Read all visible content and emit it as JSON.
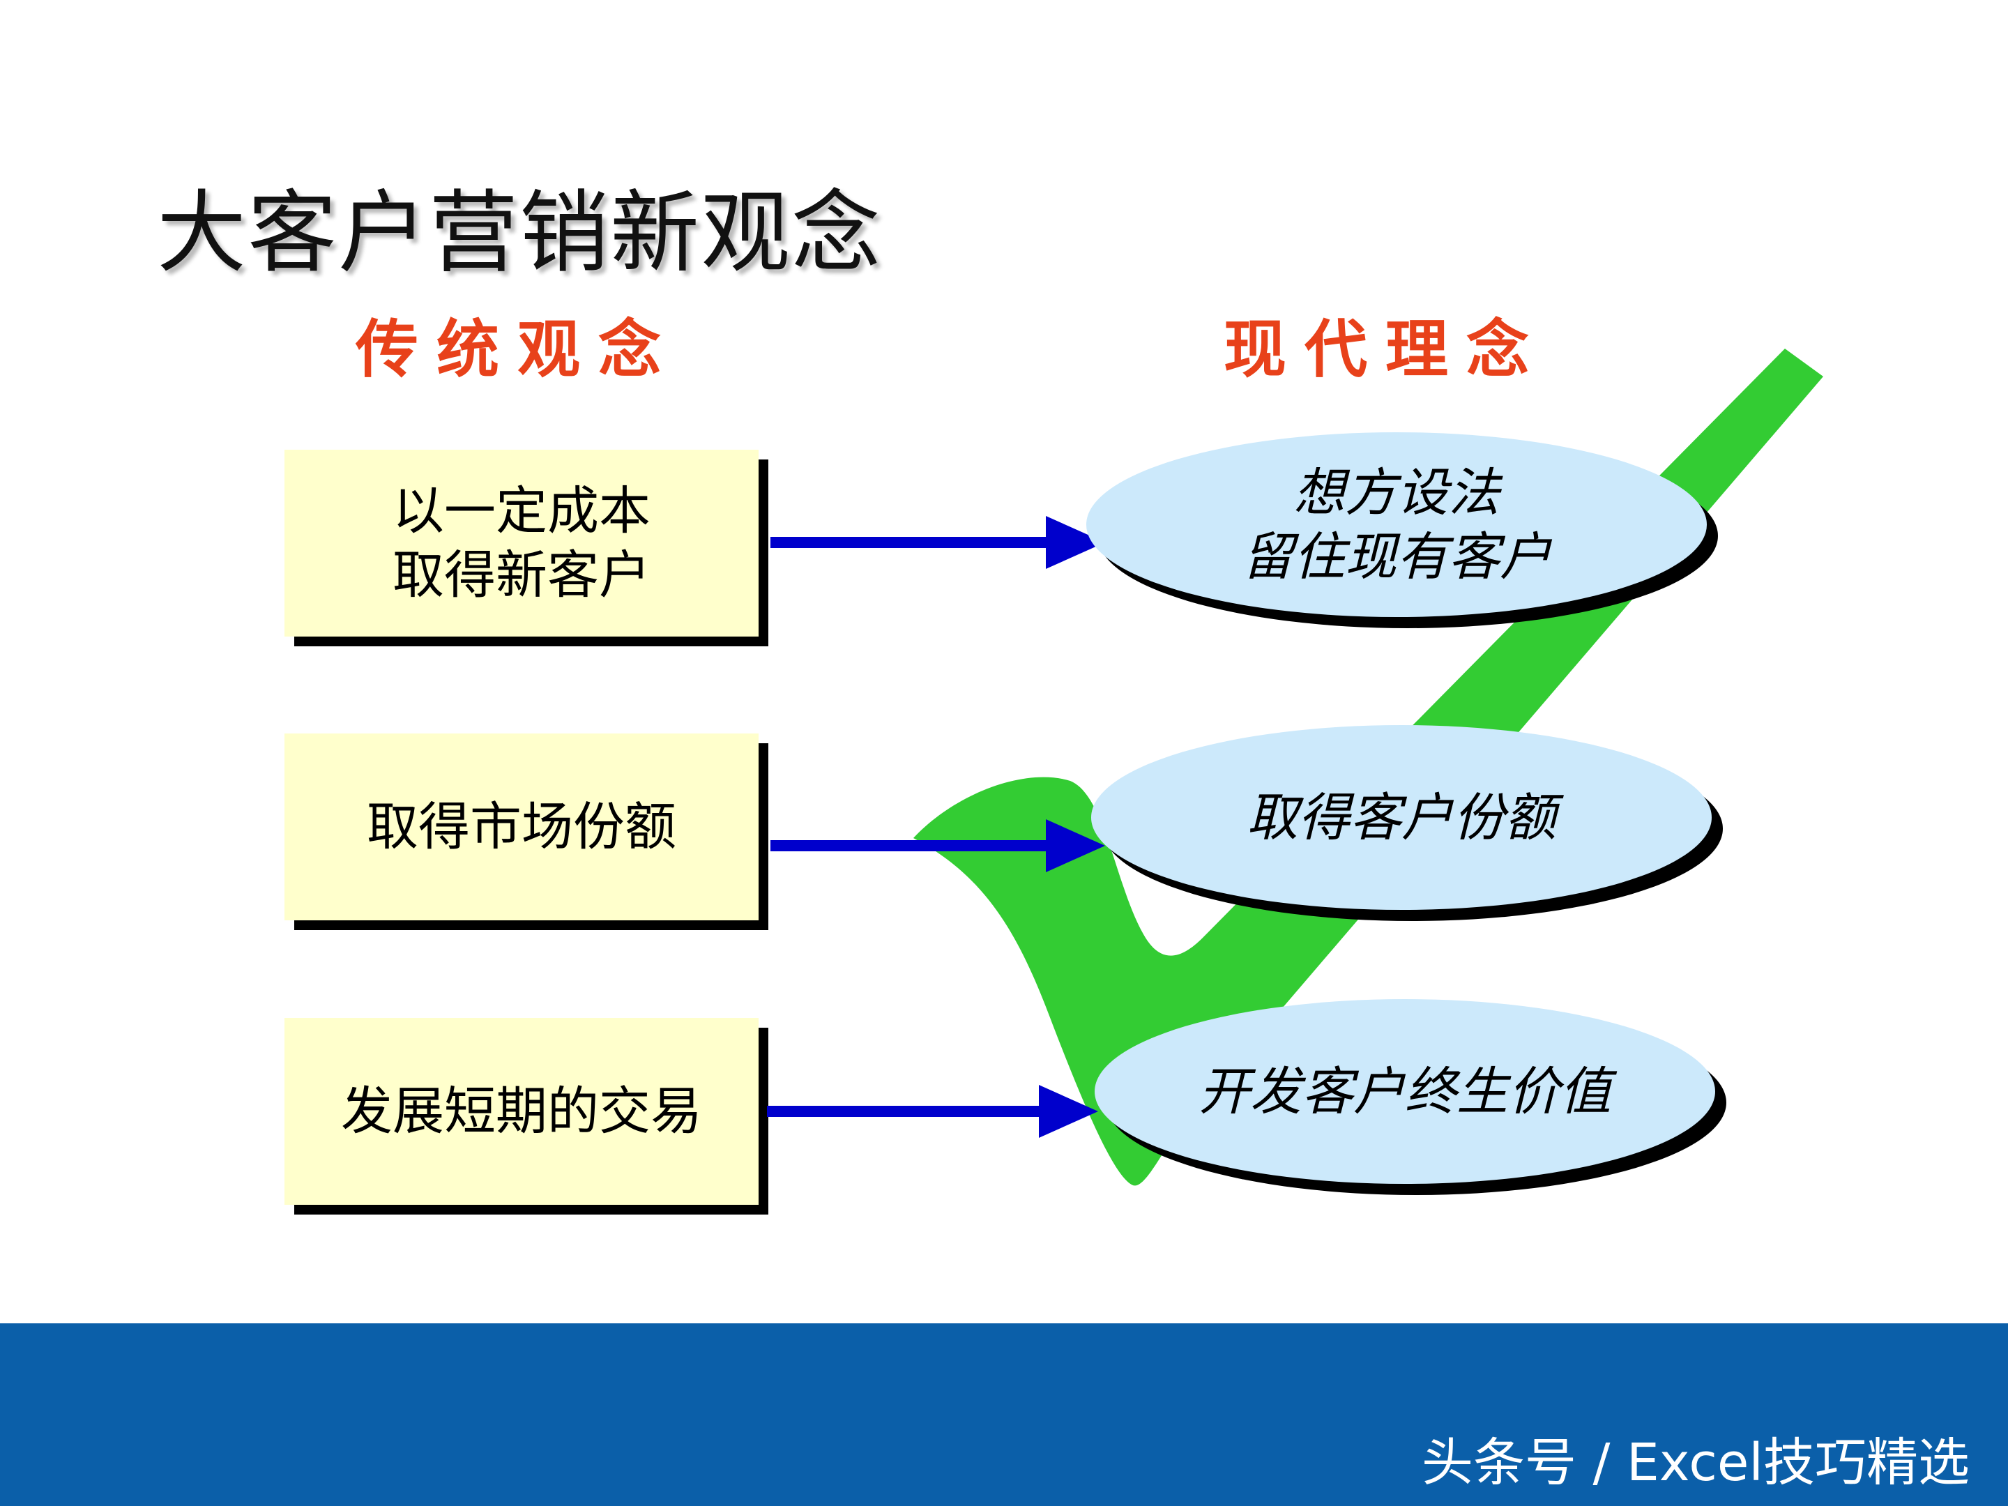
{
  "slide": {
    "title": "大客户营销新观念",
    "left_heading": "传统观念",
    "right_heading": "现代理念",
    "traditional_items": [
      {
        "label": "以一定成本\n取得新客户"
      },
      {
        "label": "取得市场份额"
      },
      {
        "label": "发展短期的交易"
      }
    ],
    "modern_items": [
      {
        "label": "想方设法\n留住现有客户"
      },
      {
        "label": "取得客户份额"
      },
      {
        "label": "开发客户终生价值"
      }
    ]
  },
  "footer": {
    "watermark": "头条号 / Excel技巧精选"
  },
  "colors": {
    "heading_red": "#e8411a",
    "box_fill": "#ffffcc",
    "ellipse_fill": "#cce9fb",
    "arrow_blue": "#0000cc",
    "check_green": "#33cc33",
    "footer_blue": "#0b5fa9"
  },
  "icons": [
    "checkmark-icon",
    "arrow-right-icon"
  ]
}
